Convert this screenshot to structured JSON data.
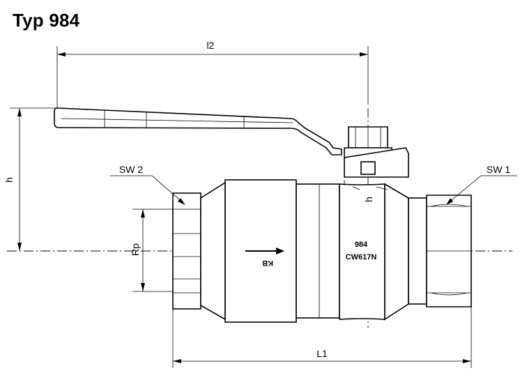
{
  "title": "Typ 984",
  "dimensions": {
    "l2": "l2",
    "h_left": "h",
    "h_inner": "h",
    "sw2": "SW 2",
    "sw1": "SW 1",
    "rp": "Rp",
    "l1": "L1"
  },
  "body_marks": {
    "type_number": "984",
    "material": "CW617N",
    "arrow_mark": "KB"
  },
  "colors": {
    "line": "#000000",
    "background": "#ffffff"
  }
}
